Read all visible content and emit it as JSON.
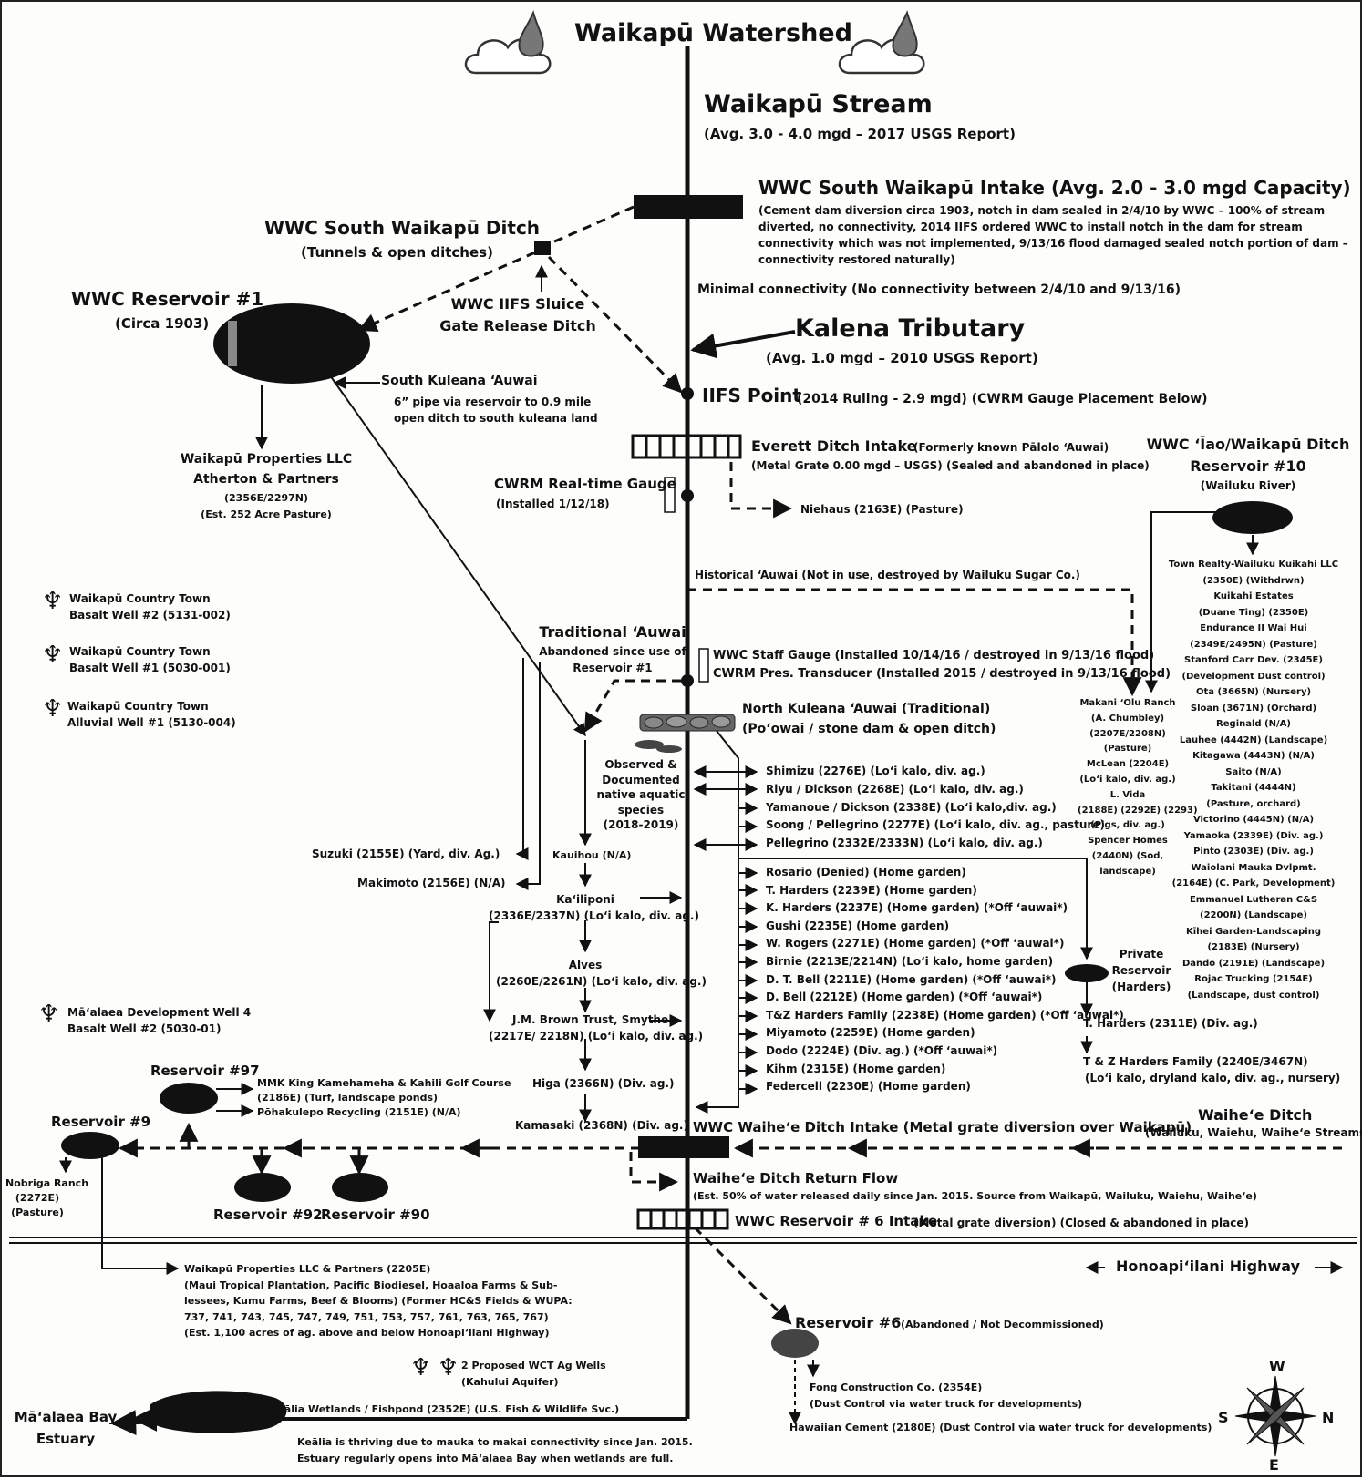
{
  "title": "Waikapū Watershed",
  "stream": {
    "name": "Waikapū Stream",
    "flow": "(Avg. 3.0 - 4.0 mgd – 2017 USGS Report)"
  },
  "intake": {
    "title": "WWC South Waikapū Intake (Avg. 2.0 - 3.0 mgd Capacity)",
    "desc": [
      "(Cement dam diversion circa 1903, notch in dam sealed in 2/4/10 by WWC – 100% of stream",
      "diverted, no connectivity, 2014 IIFS ordered WWC to install notch in the dam for stream",
      "connectivity which was not implemented, 9/13/16 flood damaged sealed notch portion of dam –",
      "connectivity restored naturally)"
    ],
    "minimal": "Minimal connectivity (No connectivity between 2/4/10 and 9/13/16)"
  },
  "ditch": {
    "title": "WWC South Waikapū Ditch",
    "sub": "(Tunnels & open ditches)",
    "sluice": [
      "WWC IIFS Sluice",
      "Gate Release Ditch"
    ]
  },
  "reservoir1": {
    "title": "WWC Reservoir #1",
    "sub": "(Circa 1903)"
  },
  "kalena": {
    "title": "Kalena Tributary",
    "flow": "(Avg. 1.0 mgd – 2010 USGS Report)"
  },
  "south_kuleana": {
    "title": "South Kuleana ‘Auwai",
    "desc": [
      "6” pipe via reservoir to 0.9 mile",
      "open ditch to south kuleana land"
    ]
  },
  "iifs": {
    "title": "IIFS Point",
    "desc": "(2014 Ruling - 2.9 mgd) (CWRM Gauge Placement Below)"
  },
  "waikapu_properties": [
    "Waikapū Properties LLC",
    "Atherton & Partners",
    "(2356E/2297N)",
    "(Est. 252 Acre Pasture)"
  ],
  "everett": {
    "title": "Everett Ditch Intake",
    "title_note": "(Formerly known Pālolo ‘Auwai)",
    "desc": "(Metal Grate 0.00 mgd – USGS) (Sealed and abandoned in place)",
    "niehaus": "Niehaus (2163E) (Pasture)"
  },
  "cwrm_gauge": [
    "CWRM Real-time Gauge",
    "(Installed 1/12/18)"
  ],
  "iao": {
    "title": [
      "WWC ‘Īao/Waikapū Ditch",
      "Reservoir #10"
    ],
    "sub": "(Wailuku River)",
    "users": [
      "Town Realty-Wailuku Kuikahi LLC",
      "(2350E) (Withdrwn)",
      "Kuikahi Estates",
      "(Duane Ting) (2350E)",
      "Endurance II Wai Hui",
      "(2349E/2495N) (Pasture)",
      "Stanford Carr Dev. (2345E)",
      "(Development Dust control)",
      "Ota (3665N) (Nursery)",
      "Sloan (3671N) (Orchard)",
      "Reginald (N/A)",
      "Lauhee (4442N) (Landscape)",
      "Kitagawa (4443N) (N/A)",
      "Saito (N/A)",
      "Takitani (4444N)",
      "(Pasture, orchard)",
      "Victorino (4445N) (N/A)",
      "Yamaoka (2339E) (Div. ag.)",
      "Pinto (2303E) (Div. ag.)",
      "Waiolani Mauka Dvlpmt.",
      "(2164E) (C. Park, Development)",
      "Emmanuel Lutheran C&S",
      "(2200N) (Landscape)",
      "Kīhei Garden-Landscaping",
      "(2183E) (Nursery)",
      "Dando (2191E) (Landscape)",
      "Rojac Trucking (2154E)",
      "(Landscape, dust control)"
    ]
  },
  "historical_auwai": "Historical ‘Auwai (Not in use, destroyed by Wailuku Sugar Co.)",
  "wells": [
    [
      "Waikapū Country Town",
      "Basalt Well #2 (5131-002)"
    ],
    [
      "Waikapū Country Town",
      "Basalt Well #1 (5030-001)"
    ],
    [
      "Waikapū Country Town",
      "Alluvial Well #1 (5130-004)"
    ],
    [
      "Mā‘alaea Development Well 4",
      "Basalt Well #2 (5030-01)"
    ]
  ],
  "traditional": {
    "title": "Traditional ‘Auwai",
    "desc": [
      "Abandoned since use of",
      "Reservoir #1"
    ]
  },
  "staff_gauge": [
    "WWC Staff Gauge (Installed 10/14/16 / destroyed in 9/13/16 flood)",
    "CWRM Pres. Transducer (Installed 2015 / destroyed in 9/13/16 flood)"
  ],
  "north_kuleana": {
    "title": "North Kuleana ‘Auwai (Traditional)",
    "desc": "(Po‘owai / stone dam & open ditch)"
  },
  "observed": [
    "Observed &",
    "Documented",
    "native aquatic",
    "species",
    "(2018-2019)"
  ],
  "makani": [
    "Makani ‘Olu Ranch",
    "(A. Chumbley)",
    "(2207E/2208N)",
    "(Pasture)",
    "McLean (2204E)",
    "(Lo‘i kalo, div. ag.)",
    "L. Vida",
    "(2188E) (2292E) (2293)",
    "(Pigs, div. ag.)",
    "Spencer Homes",
    "(2440N) (Sod,",
    "landscape)"
  ],
  "east_users": [
    "Shimizu (2276E) (Lo‘i kalo, div. ag.)",
    "Riyu / Dickson (2268E) (Lo‘i kalo, div. ag.)",
    "Yamanoue / Dickson (2338E) (Lo‘i kalo,div. ag.)",
    "Soong / Pellegrino (2277E) (Lo‘i kalo, div. ag., pasture)",
    "Pellegrino (2332E/2333N) (Lo‘i kalo, div. ag.)"
  ],
  "east_gardens": [
    "Rosario (Denied) (Home garden)",
    "T. Harders (2239E) (Home garden)",
    "K. Harders (2237E) (Home garden) (*Off ‘auwai*)",
    "Gushi (2235E) (Home garden)",
    "W. Rogers (2271E) (Home garden) (*Off ‘auwai*)",
    "Birnie (2213E/2214N) (Lo‘i kalo, home garden)",
    "D. T. Bell (2211E) (Home garden) (*Off ‘auwai*)",
    "D. Bell (2212E) (Home garden) (*Off ‘auwai*)",
    "T&Z Harders Family (2238E) (Home garden) (*Off ‘auwai*)",
    "Miyamoto (2259E) (Home garden)",
    "Dodo (2224E) (Div. ag.) (*Off ‘auwai*)",
    "Kihm (2315E) (Home garden)",
    "Federcell (2230E) (Home garden)"
  ],
  "private_reservoir": {
    "title": [
      "Private",
      "Reservoir",
      "(Harders)"
    ],
    "users": [
      "T. Harders (2311E) (Div. ag.)",
      "T & Z Harders Family (2240E/3467N)",
      "(Lo‘i kalo, dryland kalo, div. ag., nursery)"
    ]
  },
  "west_users": {
    "suzuki": "Suzuki (2155E) (Yard, div. Ag.)",
    "makimoto": "Makimoto (2156E) (N/A)",
    "kauihou": "Kauihou (N/A)",
    "kailiponi": [
      "Ka‘iliponi",
      "(2336E/2337N) (Lo‘i kalo, div. ag.)"
    ],
    "alves": [
      "Alves",
      "(2260E/2261N) (Lo‘i kalo, div. ag.)"
    ],
    "brown": [
      "J.M. Brown Trust, Smythe",
      "(2217E/ 2218N) (Lo‘i kalo, div. ag.)"
    ],
    "higa": "Higa (2366N) (Div. ag.)",
    "kamasaki": "Kamasaki (2368N) (Div. ag.)"
  },
  "reservoir97": {
    "title": "Reservoir #97",
    "users": [
      "MMK King Kamehameha & Kahili Golf Course",
      "(2186E) (Turf, landscape ponds)",
      "Pōhakulepo Recycling (2151E) (N/A)"
    ]
  },
  "reservoir9": {
    "title": "Reservoir #9",
    "user": [
      "Nobriga Ranch",
      "(2272E)",
      "(Pasture)"
    ]
  },
  "reservoir92": "Reservoir #92",
  "reservoir90": "Reservoir #90",
  "waihee_intake": "WWC Waihe‘e Ditch Intake (Metal grate diversion over Waikapū)",
  "waihee_ditch": {
    "title": "Waihe‘e Ditch",
    "sub": "(Wailuku, Waiehu, Waihe‘e Streams)"
  },
  "return_flow": {
    "title": "Waihe‘e Ditch Return Flow",
    "desc": "(Est. 50% of water released daily since Jan. 2015. Source from Waikapū, Wailuku, Waiehu, Waihe‘e)"
  },
  "reservoir6_intake": {
    "title": "WWC Reservoir # 6 Intake",
    "desc": "(Metal grate diversion) (Closed & abandoned in place)"
  },
  "highway": "Honoapi‘ilani Highway",
  "waikapu_partners": [
    "Waikapū Properties LLC & Partners (2205E)",
    "(Maui Tropical Plantation, Pacific Biodiesel, Hoaaloa Farms & Sub-",
    "lessees, Kumu Farms, Beef & Blooms) (Former HC&S Fields & WUPA:",
    "737, 741, 743, 745, 747, 749, 751, 753, 757, 761, 763, 765, 767)",
    "(Est. 1,100 acres of ag. above and below Honoapi‘ilani Highway)"
  ],
  "reservoir6": {
    "title": "Reservoir #6",
    "desc": "(Abandoned / Not Decommissioned)",
    "users": [
      "Fong Construction Co. (2354E)",
      "(Dust Control via water truck for developments)",
      "Hawaiian Cement (2180E) (Dust Control via water truck for developments)"
    ]
  },
  "wct_wells": [
    "2 Proposed WCT Ag Wells",
    "(Kahului Aquifer)"
  ],
  "kealia": {
    "title": "Keālia Wetlands / Fishpond (2352E) (U.S. Fish & Wildlife Svc.)",
    "desc": [
      "Keālia is thriving due to mauka to makai connectivity since Jan. 2015.",
      "Estuary regularly opens into Mā‘alaea Bay when wetlands are full."
    ]
  },
  "estuary": [
    "Mā‘alaea Bay",
    "Estuary"
  ],
  "compass": {
    "n": "N",
    "s": "S",
    "e": "E",
    "w": "W"
  },
  "icons": [
    "cloud-rain-icon",
    "well-tower-icon",
    "compass-rose-icon",
    "grate-icon",
    "gauge-icon",
    "fish-icon",
    "stone-dam-icon"
  ]
}
